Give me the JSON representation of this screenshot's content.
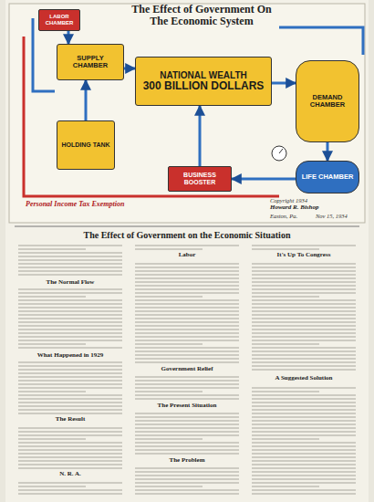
{
  "diagram": {
    "title": "The Effect of Government On The Economic System",
    "nodes": [
      {
        "text": [
          "LABOR CHAMBER"
        ]
      },
      {
        "text": [
          "SUPPLY CHAMBER"
        ]
      },
      {
        "text": [
          "NATIONAL WEALTH",
          "300 BILLION DOLLARS"
        ]
      },
      {
        "text": [
          "DEMAND CHAMBER"
        ]
      },
      {
        "text": [
          "HOLDING TANK"
        ]
      },
      {
        "text": [
          "BUSINESS BOOSTER"
        ]
      },
      {
        "text": [
          "LIFE CHAMBER"
        ]
      }
    ],
    "edges": [
      {
        "from": 0,
        "to": 1,
        "arrow": "to"
      },
      {
        "from": 1,
        "to": 2,
        "arrow": "to"
      },
      {
        "from": 2,
        "to": 3,
        "arrow": "to"
      },
      {
        "from": 3,
        "to": 6,
        "arrow": "to"
      },
      {
        "from": 4,
        "to": 1,
        "arrow": "to"
      },
      {
        "from": 5,
        "to": 2,
        "arrow": "to"
      },
      {
        "from": 6,
        "to": 5,
        "arrow": "to"
      }
    ],
    "labels": [
      "Personal Income Tax Exemption",
      "Copyright 1934",
      "Howard R. Bishop",
      "Easton, Pa.",
      "Nov 15, 1934",
      "The Effect of Government on the Economic Situation",
      "The Normal Flow",
      "What Happened in 1929",
      "The Result",
      "N. R. A.",
      "Labor",
      "Government Relief",
      "The Present Situation",
      "The Problem",
      "It's Up To Congress",
      "A Suggested Solution"
    ]
  }
}
